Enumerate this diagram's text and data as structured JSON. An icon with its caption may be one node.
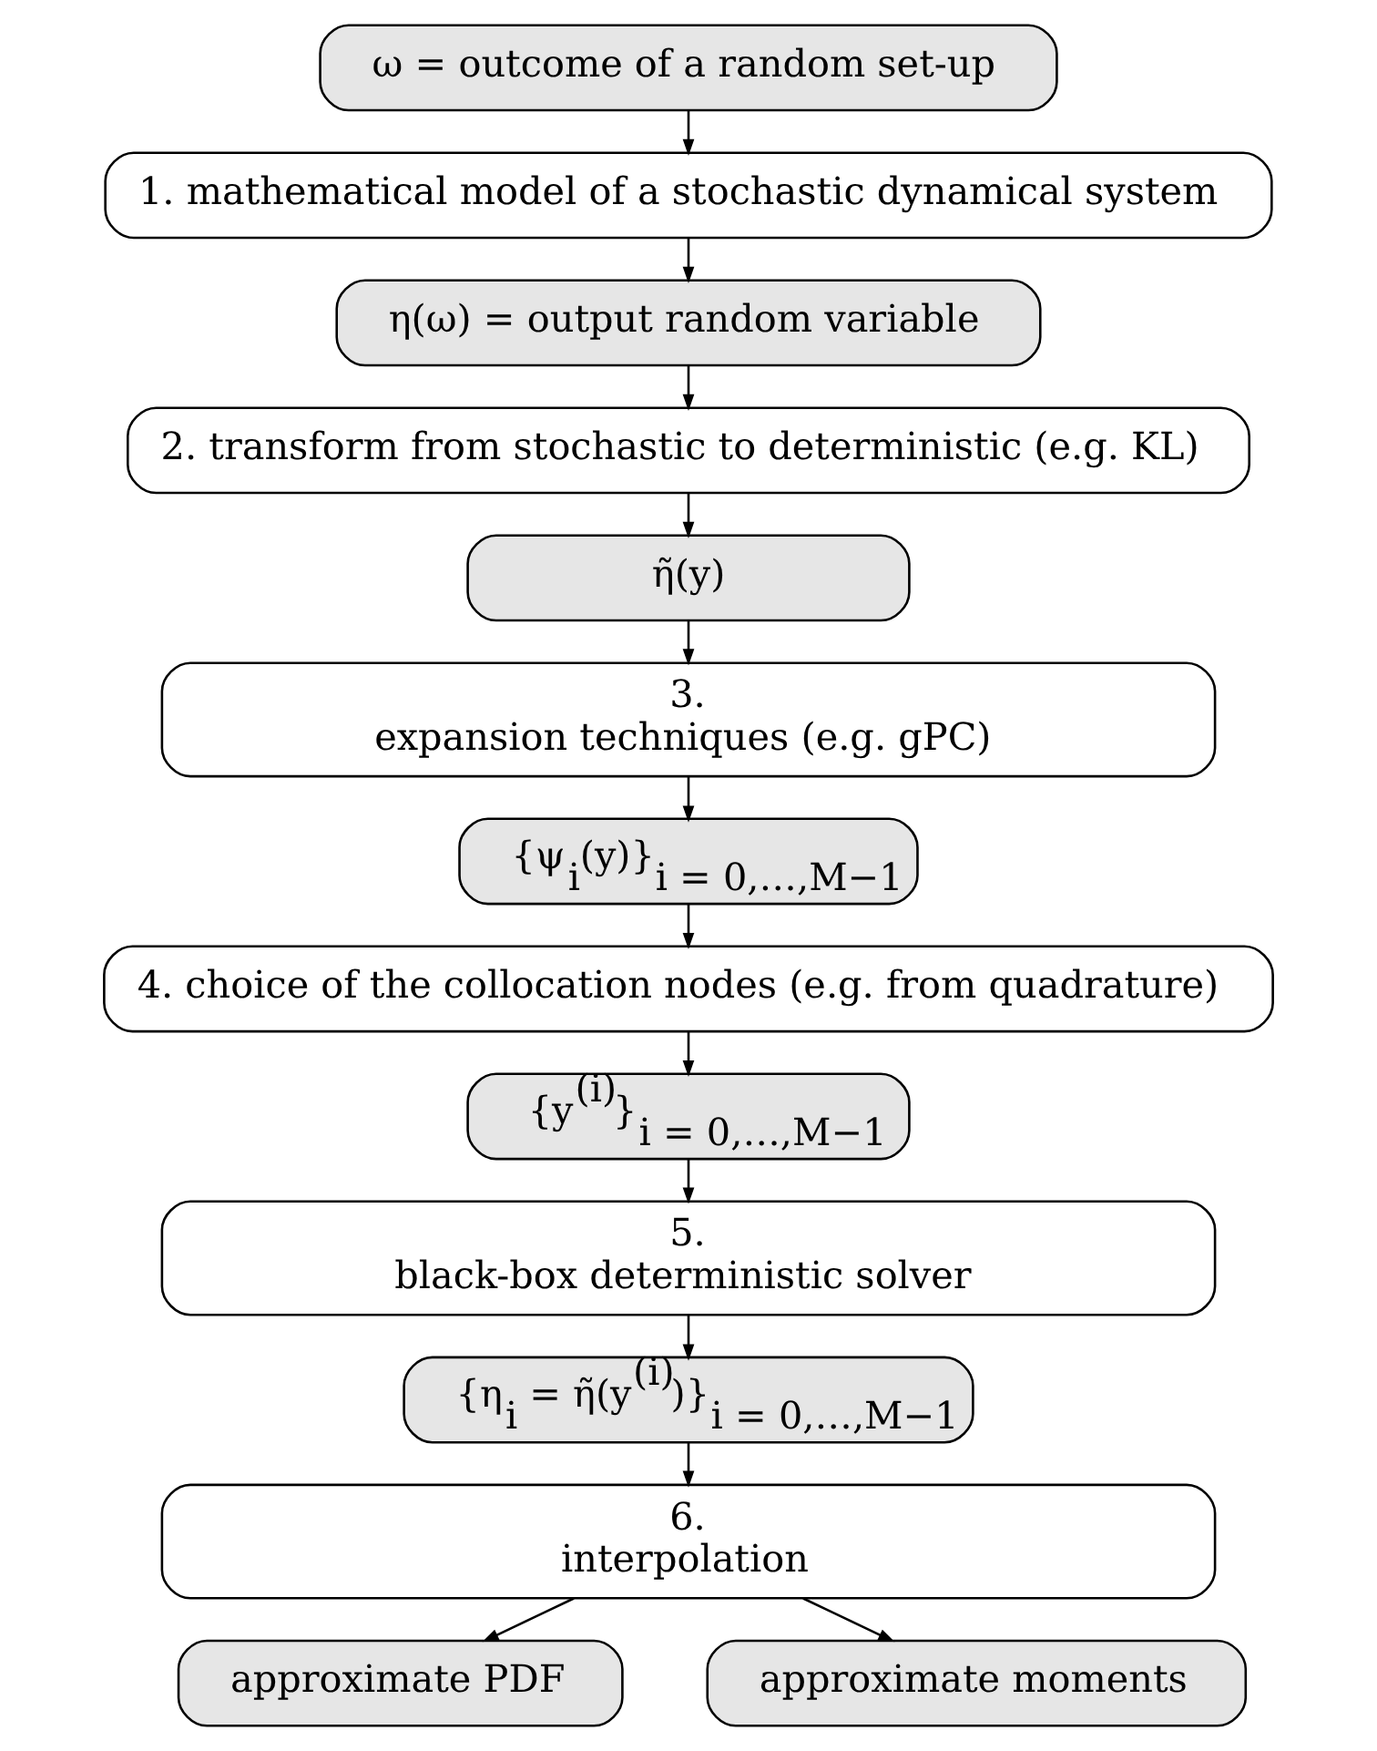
{
  "diagram": {
    "nodes": [
      {
        "text": [
          "ω = outcome of a random set-up"
        ]
      },
      {
        "text": [
          "1. mathematical model of a stochastic dynamical system"
        ]
      },
      {
        "text": [
          "η(ω) = output random variable"
        ]
      },
      {
        "text": [
          "2. transform from stochastic to deterministic (e.g. KL)"
        ]
      },
      {
        "text": [
          "η̃(y)"
        ]
      },
      {
        "text": [
          "3.",
          "expansion techniques (e.g. gPC)"
        ]
      },
      {
        "text": [
          "{ψ$_{i}$(y)}$_{i = 0,…,M−1}$"
        ]
      },
      {
        "text": [
          "4. choice of the collocation nodes (e.g. from quadrature)"
        ]
      },
      {
        "text": [
          "{y$^{(i)}$}$_{i = 0,…,M−1}$"
        ]
      },
      {
        "text": [
          "5.",
          "black-box deterministic solver"
        ]
      },
      {
        "text": [
          "{η$_{i}$ = η̃(y$^{(i)}$)}$_{i = 0,…,M−1}$"
        ]
      },
      {
        "text": [
          "6.",
          "interpolation"
        ]
      },
      {
        "text": [
          "approximate PDF"
        ]
      },
      {
        "text": [
          "approximate moments"
        ]
      }
    ],
    "edges": [
      {
        "from": 0,
        "to": 1,
        "arrow": "to"
      },
      {
        "from": 1,
        "to": 2,
        "arrow": "to"
      },
      {
        "from": 2,
        "to": 3,
        "arrow": "to"
      },
      {
        "from": 3,
        "to": 4,
        "arrow": "to"
      },
      {
        "from": 4,
        "to": 5,
        "arrow": "to"
      },
      {
        "from": 5,
        "to": 6,
        "arrow": "to"
      },
      {
        "from": 6,
        "to": 7,
        "arrow": "to"
      },
      {
        "from": 7,
        "to": 8,
        "arrow": "to"
      },
      {
        "from": 8,
        "to": 9,
        "arrow": "to"
      },
      {
        "from": 9,
        "to": 10,
        "arrow": "to"
      },
      {
        "from": 10,
        "to": 11,
        "arrow": "to"
      },
      {
        "from": 11,
        "to": 12,
        "arrow": "to"
      },
      {
        "from": 11,
        "to": 13,
        "arrow": "to"
      }
    ]
  }
}
